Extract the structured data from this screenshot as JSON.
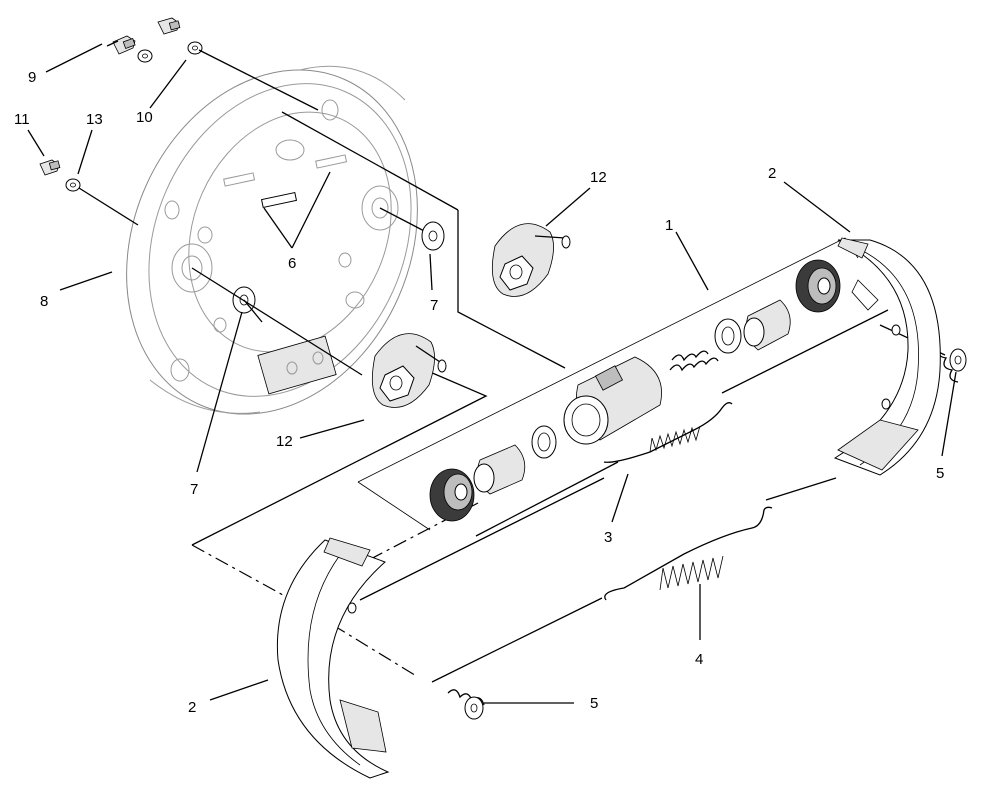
{
  "callouts": {
    "c1": "1",
    "c2_top": "2",
    "c2_bottom": "2",
    "c3": "3",
    "c4": "4",
    "c5_right": "5",
    "c5_bottom": "5",
    "c6": "6",
    "c7_right": "7",
    "c7_bottom": "7",
    "c8": "8",
    "c9": "9",
    "c10": "10",
    "c11": "11",
    "c12_top": "12",
    "c12_bottom": "12",
    "c13": "13"
  }
}
